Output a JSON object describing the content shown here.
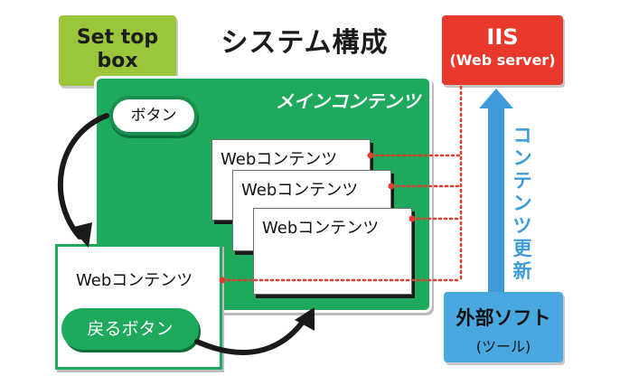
{
  "title": "システム構成",
  "set_top_box": {
    "line1": "Set top",
    "line2": "box"
  },
  "iis": {
    "line1": "IIS",
    "line2": "(Web server)"
  },
  "external_tool": {
    "line1": "外部ソフト",
    "line2": "(ツール)"
  },
  "main_contents": {
    "label": "メインコンテンツ"
  },
  "button": {
    "label": "ボタン"
  },
  "web_cards": [
    "Webコンテンツ",
    "Webコンテンツ",
    "Webコンテンツ"
  ],
  "left_panel": {
    "label": "Webコンテンツ",
    "back_button": "戻るボタン"
  },
  "update_label": [
    "コ",
    "ン",
    "テ",
    "ン",
    "ツ",
    "更",
    "新"
  ],
  "colors": {
    "green": "#1ea95c",
    "lime": "#9bc53a",
    "red": "#e8392c",
    "blue": "#4aa8e0",
    "dot": "#e8392c"
  }
}
